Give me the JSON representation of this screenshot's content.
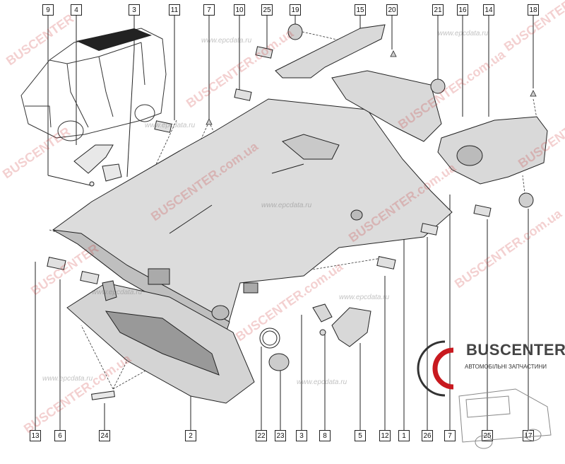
{
  "callouts_top": [
    "9",
    "4",
    "3",
    "11",
    "7",
    "10",
    "25",
    "19",
    "15",
    "20",
    "21",
    "16",
    "14",
    "18"
  ],
  "callouts_bottom": [
    "13",
    "6",
    "24",
    "2",
    "22",
    "23",
    "3",
    "8",
    "5",
    "12",
    "1",
    "26",
    "7",
    "25",
    "17"
  ],
  "watermarks": {
    "site": "www.epcdata.ru",
    "brand": "BUSCENTER",
    "domain": "BUSCENTER.com.ua"
  },
  "logo": {
    "name": "BUSCENTER",
    "tagline": "АВТОМОБІЛЬНІ ЗАПЧАСТИНИ",
    "accent": "#c8191f"
  }
}
